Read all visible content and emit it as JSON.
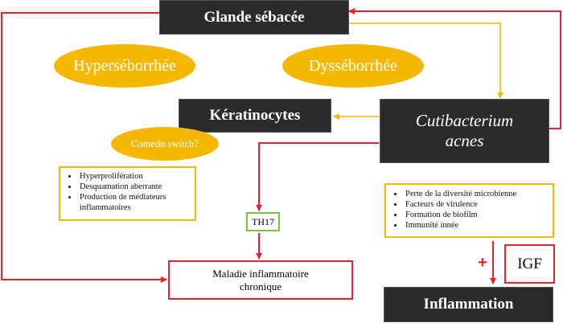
{
  "colors": {
    "red": "#e8232a",
    "orange": "#f5b800",
    "green": "#7cc242",
    "dark": "#2b2b2b"
  },
  "nodes": {
    "glande": "Glande sébacée",
    "hyperseborrhee": "Hyperséborrhée",
    "dysseborrhee": "Dysséborrhée",
    "keratinocytes": "Kératinocytes",
    "cutibacterium_line1": "Cutibacterium",
    "cutibacterium_line2": "acnes",
    "comedo": "Comedo switch?",
    "th17": "TH17",
    "maladie_line1": "Maladie inflammatoire",
    "maladie_line2": "chronique",
    "igf": "IGF",
    "plus": "+",
    "inflammation": "Inflammation"
  },
  "keratinocyte_effects": [
    "Hyperprolifération",
    "Desquamation aberrante",
    "Production de médiateurs inflammatoires"
  ],
  "cutibacterium_effects": [
    "Perte de la diversité microbienne",
    "Facteurs de virulence",
    "Formation de biofilm",
    "Immunité innée"
  ]
}
